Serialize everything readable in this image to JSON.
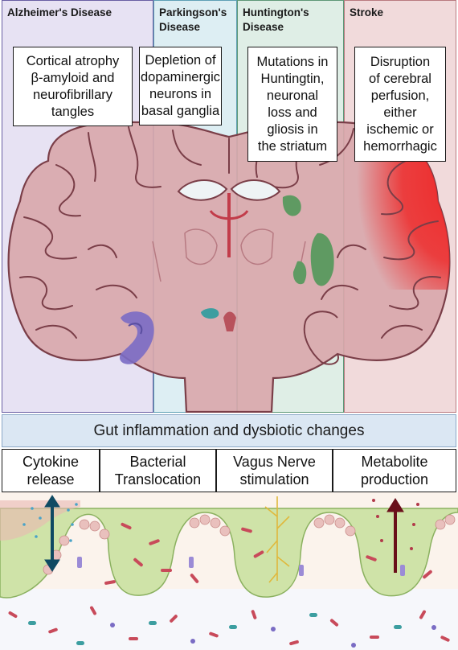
{
  "panels": [
    {
      "title": "Alzheimer's Disease",
      "description": "Cortical atrophy\nβ-amyloid and\nneurofibrillary\ntangles",
      "color": "#e7e2f3",
      "border": "#6a5fa3"
    },
    {
      "title": "Parkingson's\nDisease",
      "description": "Depletion of\ndopaminergic\nneurons in\nbasal ganglia",
      "color": "#ddeef3",
      "border": "#5fa0b5"
    },
    {
      "title": "Huntington's\nDisease",
      "description": "Mutations in\nHuntingtin,\nneuronal\nloss and\ngliosis in\nthe striatum",
      "color": "#dfeee6",
      "border": "#5e9878"
    },
    {
      "title": "Stroke",
      "description": "Disruption\nof cerebral\nperfusion,\neither\nischemic or\nhemorrhagic",
      "color": "#f1dadb",
      "border": "#b97a80"
    }
  ],
  "gut": {
    "banner": "Gut inflammation and dysbiotic changes",
    "mechanisms": [
      "Cytokine\nrelease",
      "Bacterial\nTranslocation",
      "Vagus Nerve\nstimulation",
      "Metabolite\nproduction"
    ]
  },
  "colors": {
    "brain_fill": "#d9a8ac",
    "brain_outline": "#7a3e48",
    "ventricle": "#eef3f5",
    "alzheimer_lesion": "#7a6cc4",
    "parkinson_lesion": "#3c9ea0",
    "huntington_lesion": "#5f9a62",
    "stroke_lesion": "#ee2a2a",
    "gut_wall": "#cfe3a8",
    "cytokine_arrow": "#0f4a63",
    "metabolite_arrow": "#6a0f1a",
    "vagus_nerve": "#e0b83c"
  }
}
